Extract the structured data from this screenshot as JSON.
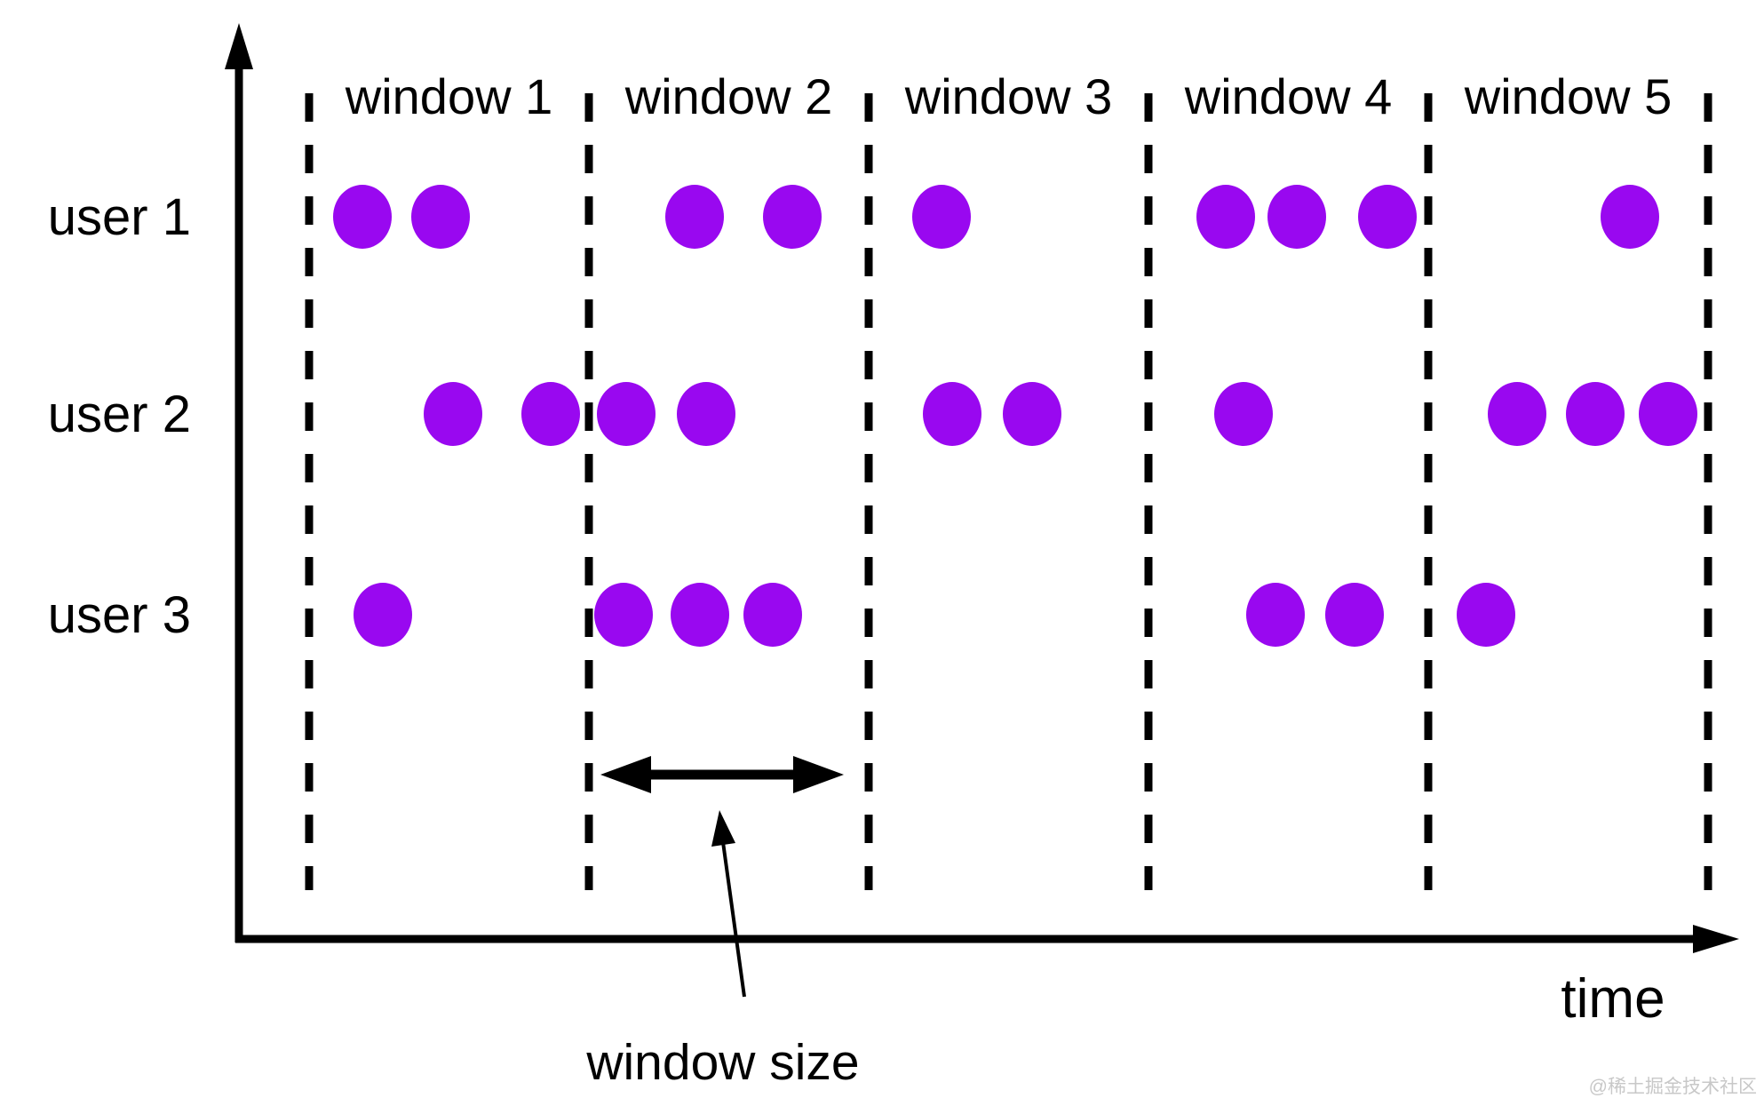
{
  "figure": {
    "description": "fixed time windows with user request events over time"
  },
  "colors": {
    "dot": "#9908F0",
    "line": "#000000",
    "watermark": "#C8C8C8"
  },
  "axes": {
    "x_label": "time"
  },
  "windows": [
    {
      "label": "window 1"
    },
    {
      "label": "window 2"
    },
    {
      "label": "window 3"
    },
    {
      "label": "window 4"
    },
    {
      "label": "window 5"
    }
  ],
  "boundaries_x": [
    348,
    663,
    978,
    1293,
    1608,
    1923
  ],
  "users": [
    {
      "label": "user 1",
      "row_y": 244,
      "dot_x": [
        408,
        496,
        782,
        892,
        1060,
        1380,
        1460,
        1562,
        1835
      ]
    },
    {
      "label": "user 2",
      "row_y": 466,
      "dot_x": [
        510,
        620,
        705,
        795,
        1072,
        1162,
        1400,
        1708,
        1796,
        1878
      ]
    },
    {
      "label": "user 3",
      "row_y": 692,
      "dot_x": [
        431,
        702,
        788,
        870,
        1436,
        1525,
        1673
      ]
    }
  ],
  "annotation": {
    "label": "window size"
  },
  "watermark": "@稀土掘金技术社区",
  "chart_data": {
    "type": "scatter",
    "title": "",
    "xlabel": "time",
    "ylabel": "",
    "categories": [
      "window 1",
      "window 2",
      "window 3",
      "window 4",
      "window 5"
    ],
    "series": [
      {
        "name": "user 1",
        "events_per_window": [
          2,
          2,
          1,
          3,
          1
        ]
      },
      {
        "name": "user 2",
        "events_per_window": [
          2,
          2,
          2,
          1,
          3
        ]
      },
      {
        "name": "user 3",
        "events_per_window": [
          1,
          3,
          0,
          2,
          1
        ]
      }
    ],
    "legend_position": "none",
    "grid": "dashed vertical window boundaries only"
  }
}
